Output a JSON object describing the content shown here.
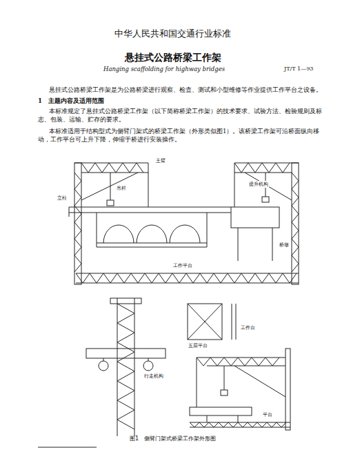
{
  "diagram": {
    "title": "悬挂式公路桥梁工作架",
    "caption": "图1　侧臂门架式桥梁工作架外形图",
    "labels": [
      "中华人民共和国交通行业标准",
      "Hanging scaffolding for highway bridges",
      "JT/T 1—93",
      "悬挂式公路桥梁工作架是为公路桥梁进行观察、检查、测试和小型维修等作业提供工作平台之设备。",
      "1　主题内容及适用范围",
      "本标准规定了悬挂式公路桥梁工作架（以下简称桥梁工作架）的技术要求、试验方法、检验规则及标志、包装、运输、贮存的要求。",
      "本标准适用于结构型式为侧臂门架式的桥梁工作架（外形类似图1）。该桥梁工作架可沿桥面纵向移动，工作平台可上升下降，伸缩于桥进行安装操作。",
      "立柱",
      "主臂",
      "提升机构",
      "吊杆",
      "工作平台",
      "桥墩",
      "行走机构",
      "五层平台",
      "工作台",
      "平台"
    ]
  }
}
